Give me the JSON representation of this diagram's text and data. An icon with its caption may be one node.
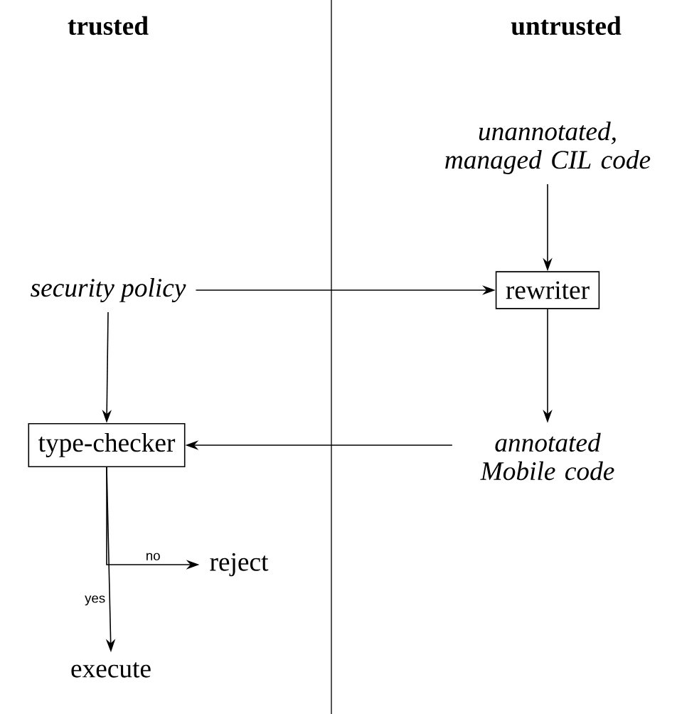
{
  "diagram": {
    "nodes": [
      {
        "text": [
          "security policy"
        ]
      },
      {
        "text": [
          "unannotated, managed CIL code"
        ]
      },
      {
        "text": [
          "rewriter"
        ]
      },
      {
        "text": [
          "annotated Mobile code"
        ]
      },
      {
        "text": [
          "type-checker"
        ]
      },
      {
        "text": [
          "reject"
        ]
      },
      {
        "text": [
          "execute"
        ]
      }
    ],
    "edges": [
      {
        "from": 0,
        "to": 2,
        "arrow": "to"
      },
      {
        "from": 1,
        "to": 2,
        "arrow": "to"
      },
      {
        "from": 2,
        "to": 3,
        "arrow": "to"
      },
      {
        "from": 3,
        "to": 4,
        "arrow": "to"
      },
      {
        "from": 0,
        "to": 4,
        "arrow": "to"
      },
      {
        "from": 4,
        "to": 5,
        "arrow": "to",
        "label": "no"
      },
      {
        "from": 4,
        "to": 6,
        "arrow": "to",
        "label": "yes"
      }
    ],
    "labels": [
      "trusted",
      "untrusted"
    ]
  }
}
